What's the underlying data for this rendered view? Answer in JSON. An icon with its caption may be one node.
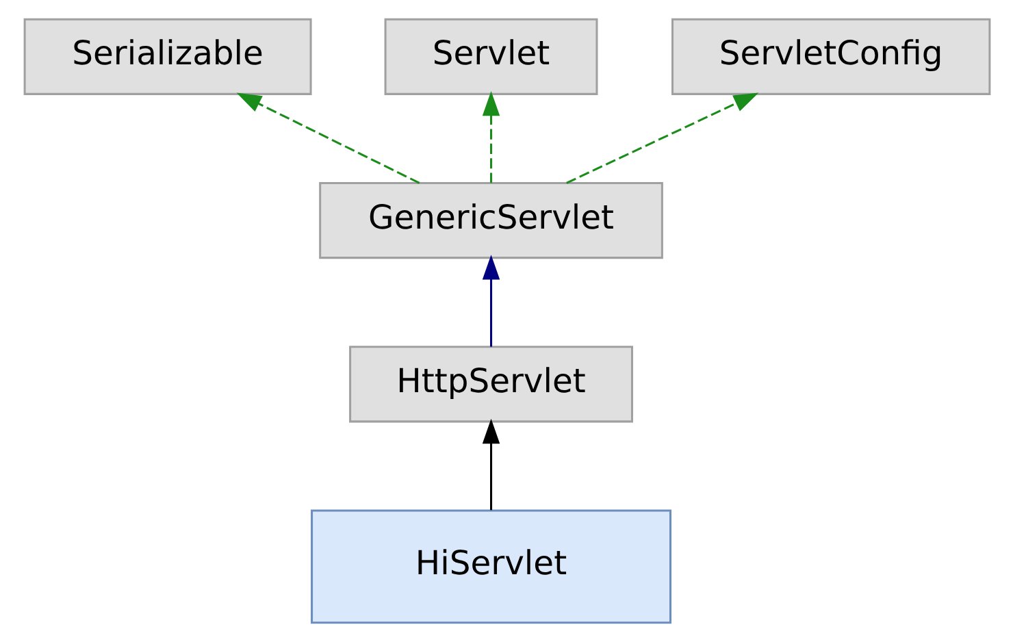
{
  "diagram": {
    "nodes": [
      {
        "text": [
          "Serializable"
        ]
      },
      {
        "text": [
          "Servlet"
        ]
      },
      {
        "text": [
          "ServletConfig"
        ]
      },
      {
        "text": [
          "GenericServlet"
        ]
      },
      {
        "text": [
          "HttpServlet"
        ]
      },
      {
        "text": [
          "HiServlet"
        ]
      }
    ],
    "edges": [
      {
        "from": 3,
        "to": 0,
        "arrow": "to",
        "style": "dashed",
        "color": "#1a8c1a"
      },
      {
        "from": 3,
        "to": 1,
        "arrow": "to",
        "style": "dashed",
        "color": "#1a8c1a"
      },
      {
        "from": 3,
        "to": 2,
        "arrow": "to",
        "style": "dashed",
        "color": "#1a8c1a"
      },
      {
        "from": 4,
        "to": 3,
        "arrow": "to",
        "color": "#000080"
      },
      {
        "from": 5,
        "to": 4,
        "arrow": "to",
        "color": "#000000"
      }
    ]
  }
}
